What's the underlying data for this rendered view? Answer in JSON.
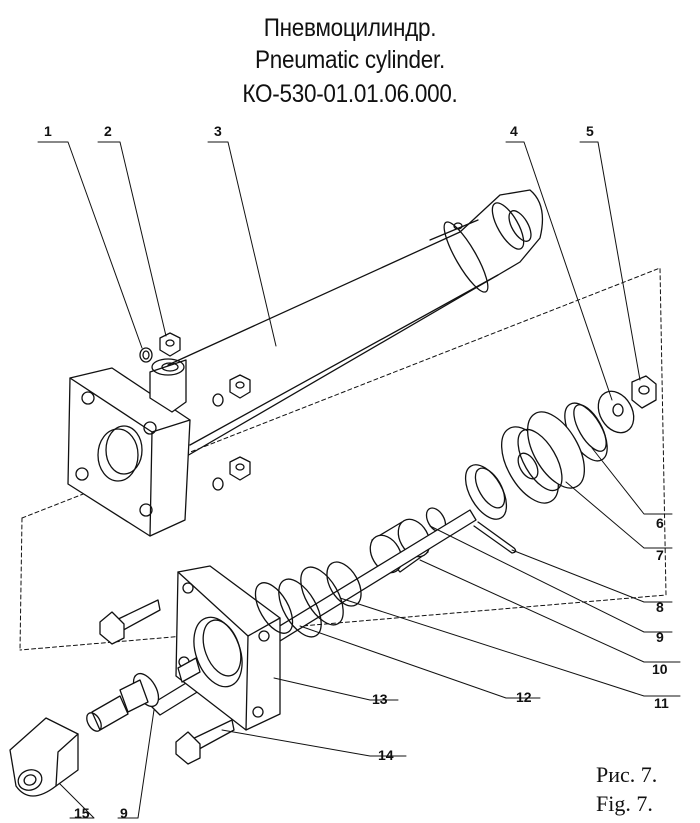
{
  "title": {
    "ru": "Пневмоцилиндр.",
    "en": "Pneumatic cylinder.",
    "code": "КО-530-01.01.06.000."
  },
  "figure": {
    "ru": "Рис. 7.",
    "en": "Fig. 7."
  },
  "callouts": [
    "1",
    "2",
    "3",
    "4",
    "5",
    "6",
    "7",
    "8",
    "9",
    "10",
    "11",
    "12",
    "13",
    "14",
    "15",
    "9"
  ]
}
